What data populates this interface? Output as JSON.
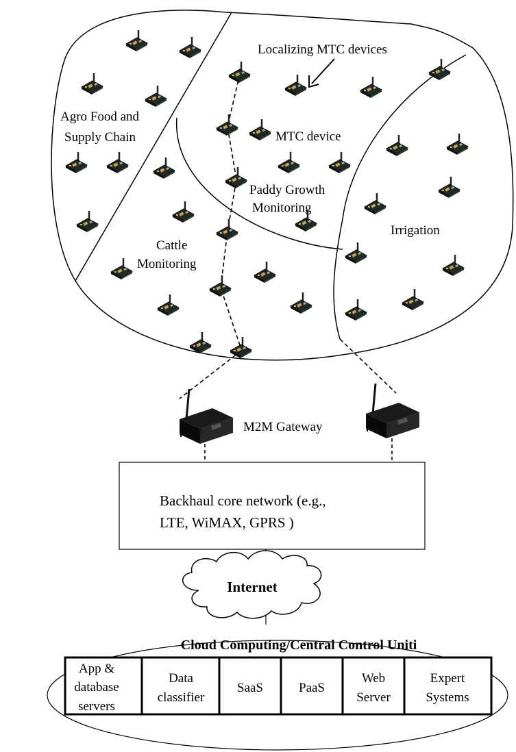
{
  "regions": {
    "agro": [
      "Agro Food and",
      "Supply Chain"
    ],
    "localizing": "Localizing  MTC devices",
    "mtc_device": "MTC device",
    "paddy": [
      "Paddy Growth",
      "Monitoring"
    ],
    "cattle": [
      "Cattle",
      "Monitoring"
    ],
    "irrigation": "Irrigation"
  },
  "gateway_label": "M2M Gateway",
  "backhaul": [
    "Backhaul core network   (e.g.,",
    "LTE, WiMAX, GPRS  )"
  ],
  "internet": "Internet",
  "cloud": {
    "title": "Cloud Computing/Central Control Uniti",
    "cells": [
      [
        "App &",
        "database",
        "servers"
      ],
      [
        "Data",
        "classifier"
      ],
      [
        "SaaS"
      ],
      [
        "PaaS"
      ],
      [
        "Web",
        "Server"
      ],
      [
        "Expert",
        "Systems"
      ]
    ]
  },
  "icons": {
    "device": "mtc-device-icon",
    "gateway": "m2m-gateway-icon",
    "cloud": "cloud-icon"
  }
}
